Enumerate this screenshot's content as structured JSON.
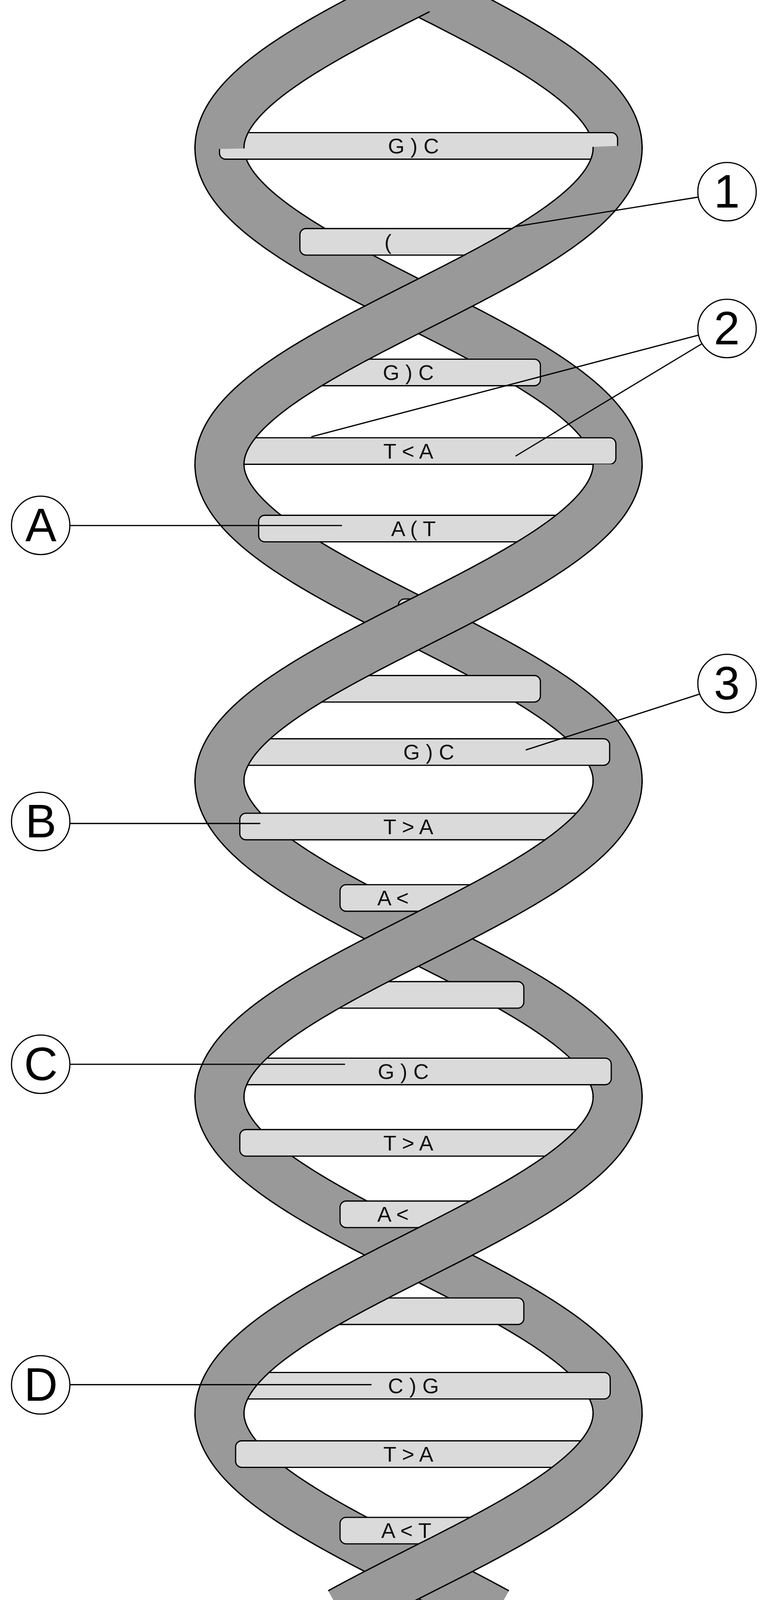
{
  "diagram": {
    "nodes": [
      {
        "text": [
          "1"
        ]
      },
      {
        "text": [
          "2"
        ]
      },
      {
        "text": [
          "A"
        ]
      },
      {
        "text": [
          "3"
        ]
      },
      {
        "text": [
          "B"
        ]
      },
      {
        "text": [
          "C"
        ]
      },
      {
        "text": [
          "D"
        ]
      }
    ],
    "labels": [
      "G ) C",
      "(",
      "G ) C",
      "T < A",
      "A ( T",
      "G ) C",
      "T > A",
      "A <",
      "G ) C",
      "T > A",
      "A <",
      "C ) G",
      "T > A",
      "A < T"
    ]
  }
}
